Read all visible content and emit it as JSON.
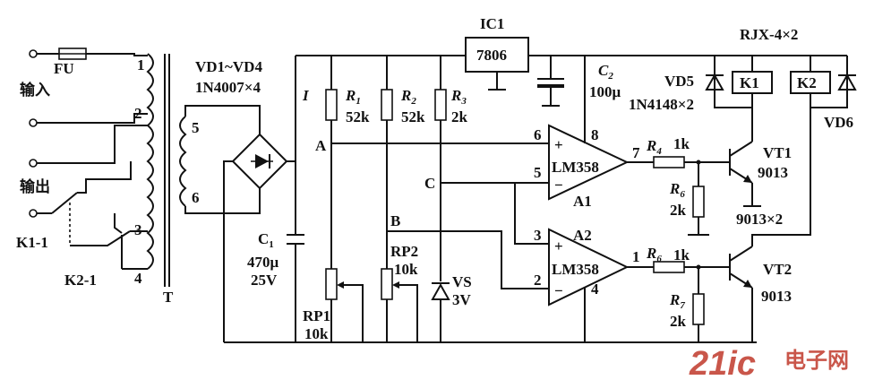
{
  "labels": {
    "fu": "FU",
    "input": "输入",
    "output": "输出",
    "k1_1": "K1-1",
    "k2_1": "K2-1",
    "transformer": "T",
    "tap1": "1",
    "tap2": "2",
    "tap3": "3",
    "tap4": "4",
    "tap5": "5",
    "tap6": "6",
    "bridge": "VD1~VD4",
    "bridge_part": "1N4007×4",
    "c1": "C",
    "c1_sub": "1",
    "c1_val1": "470μ",
    "c1_val2": "25V",
    "i_mark": "I",
    "ic1": "IC1",
    "reg": "7806",
    "c2": "C",
    "c2_sub": "2",
    "c2_val": "100μ",
    "r1": "R",
    "r1_sub": "1",
    "r1_val": "52k",
    "r2": "R",
    "r2_sub": "2",
    "r2_val": "52k",
    "r3": "R",
    "r3_sub": "3",
    "r3_val": "2k",
    "node_a": "A",
    "node_b": "B",
    "node_c": "C",
    "rp1": "RP1",
    "rp1_val": "10k",
    "rp2": "RP2",
    "rp2_val": "10k",
    "vs": "VS",
    "vs_val": "3V",
    "a1": "A1",
    "a2": "A2",
    "lm1": "LM358",
    "lm2": "LM358",
    "pin6": "6",
    "pin5": "5",
    "pin8": "8",
    "pin7": "7",
    "pin3": "3",
    "pin2": "2",
    "pin1": "1",
    "pin4": "4",
    "plus1": "+",
    "minus1": "−",
    "plus2": "+",
    "minus2": "−",
    "r4": "R",
    "r4_sub": "4",
    "r4_val": "1k",
    "r5": "R",
    "r5_sub": "6",
    "r5_val": "2k",
    "r6": "R",
    "r6_sub": "6",
    "r6_val": "1k",
    "r7": "R",
    "r7_sub": "7",
    "r7_val": "2k",
    "vt1": "VT1",
    "vt1_part": "9013",
    "vt2": "VT2",
    "vt2_part": "9013",
    "vt_pair": "9013×2",
    "relay": "RJX-4×2",
    "k1": "K1",
    "k2": "K2",
    "vd5": "VD5",
    "vd5_part": "1N4148×2",
    "vd6": "VD6",
    "wm_a": "21ic",
    "wm_b": "电子网"
  }
}
